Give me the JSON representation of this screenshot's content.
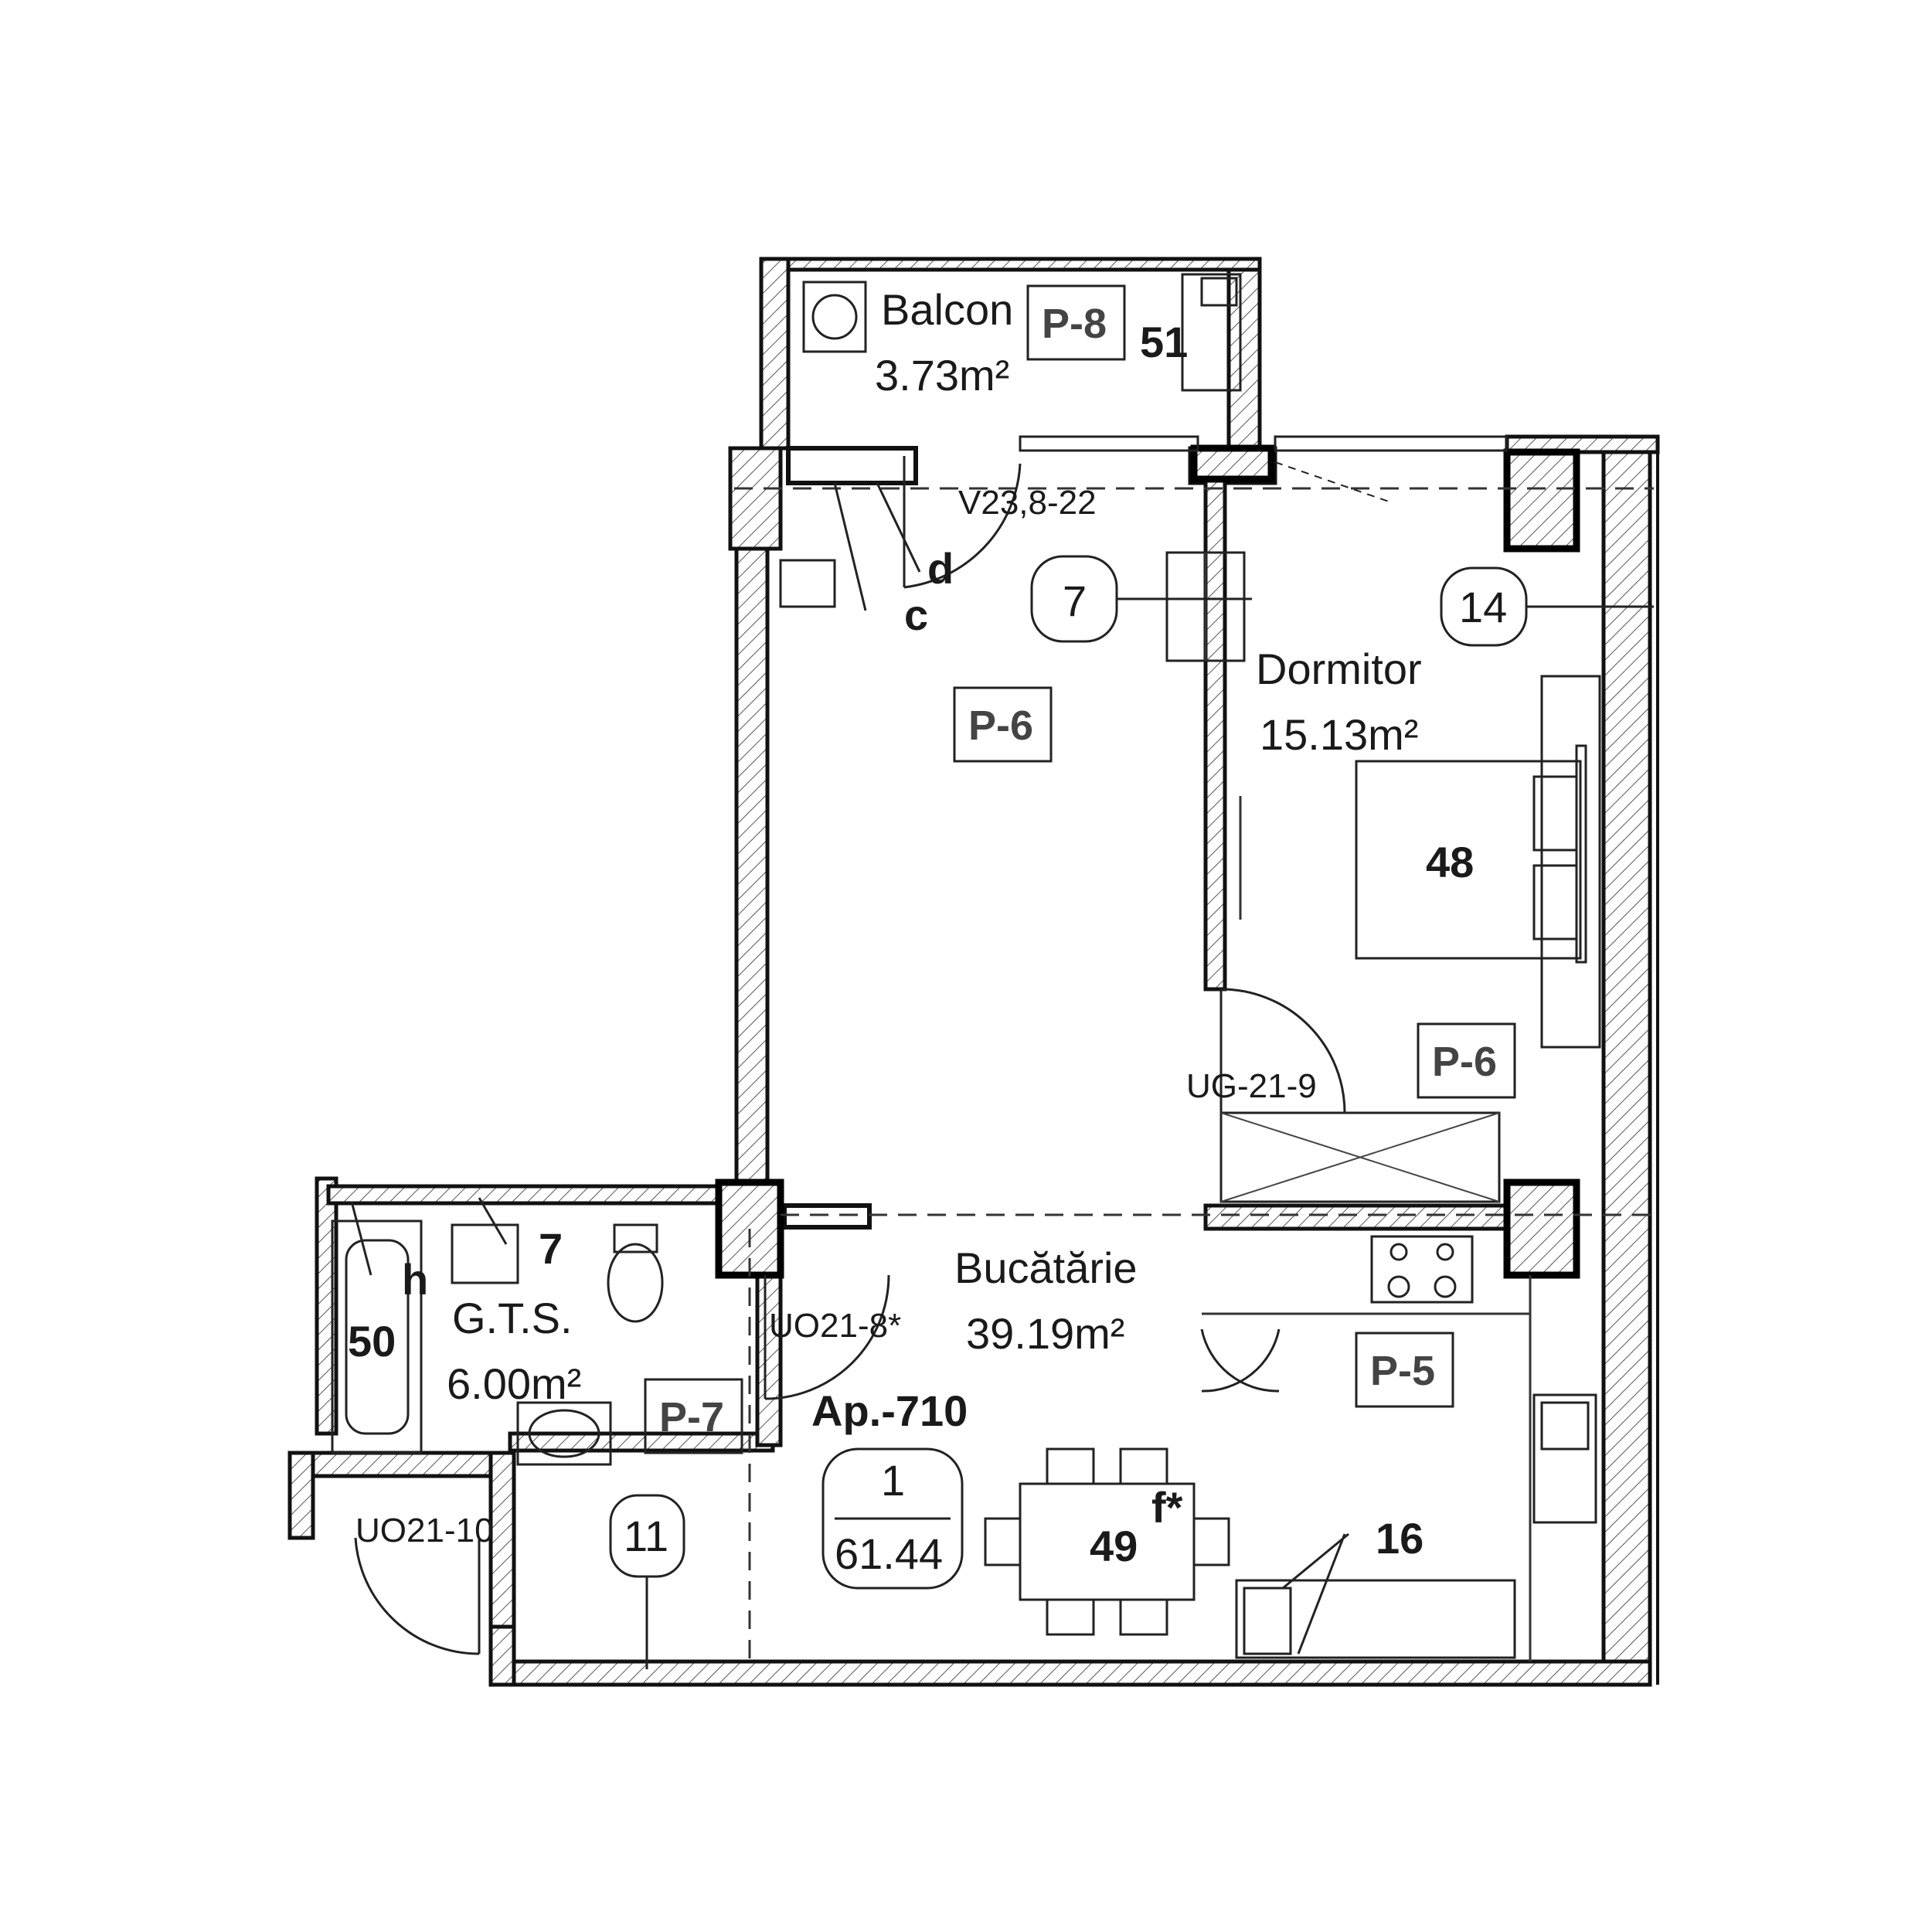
{
  "rooms": {
    "balcon": {
      "name": "Balcon",
      "area": "3.73m²",
      "tag": "P-8"
    },
    "dormitor": {
      "name": "Dormitor",
      "area": "15.13m²",
      "tag": "P-6"
    },
    "living_tag": "P-6",
    "bucatarie": {
      "name": "Bucătărie",
      "area": "39.19m²",
      "tag": "P-5"
    },
    "gts": {
      "name": "G.T.S.",
      "area": "6.00m²",
      "tag": "P-7"
    }
  },
  "apartment": {
    "label": "Ap.-710",
    "number": "1",
    "area": "61.44"
  },
  "doors": {
    "v23": "V23,8-22",
    "ug21": "UG-21-9",
    "uo21_8": "UO21-8*",
    "uo21_10": "UO21-10"
  },
  "markers": {
    "m7": "7",
    "m14": "14",
    "m11": "11"
  },
  "items": {
    "n51": "51",
    "n48": "48",
    "n50": "50",
    "n49": "49",
    "n16": "16",
    "n7": "7",
    "c": "c",
    "d": "d",
    "h": "h",
    "f": "f*"
  }
}
